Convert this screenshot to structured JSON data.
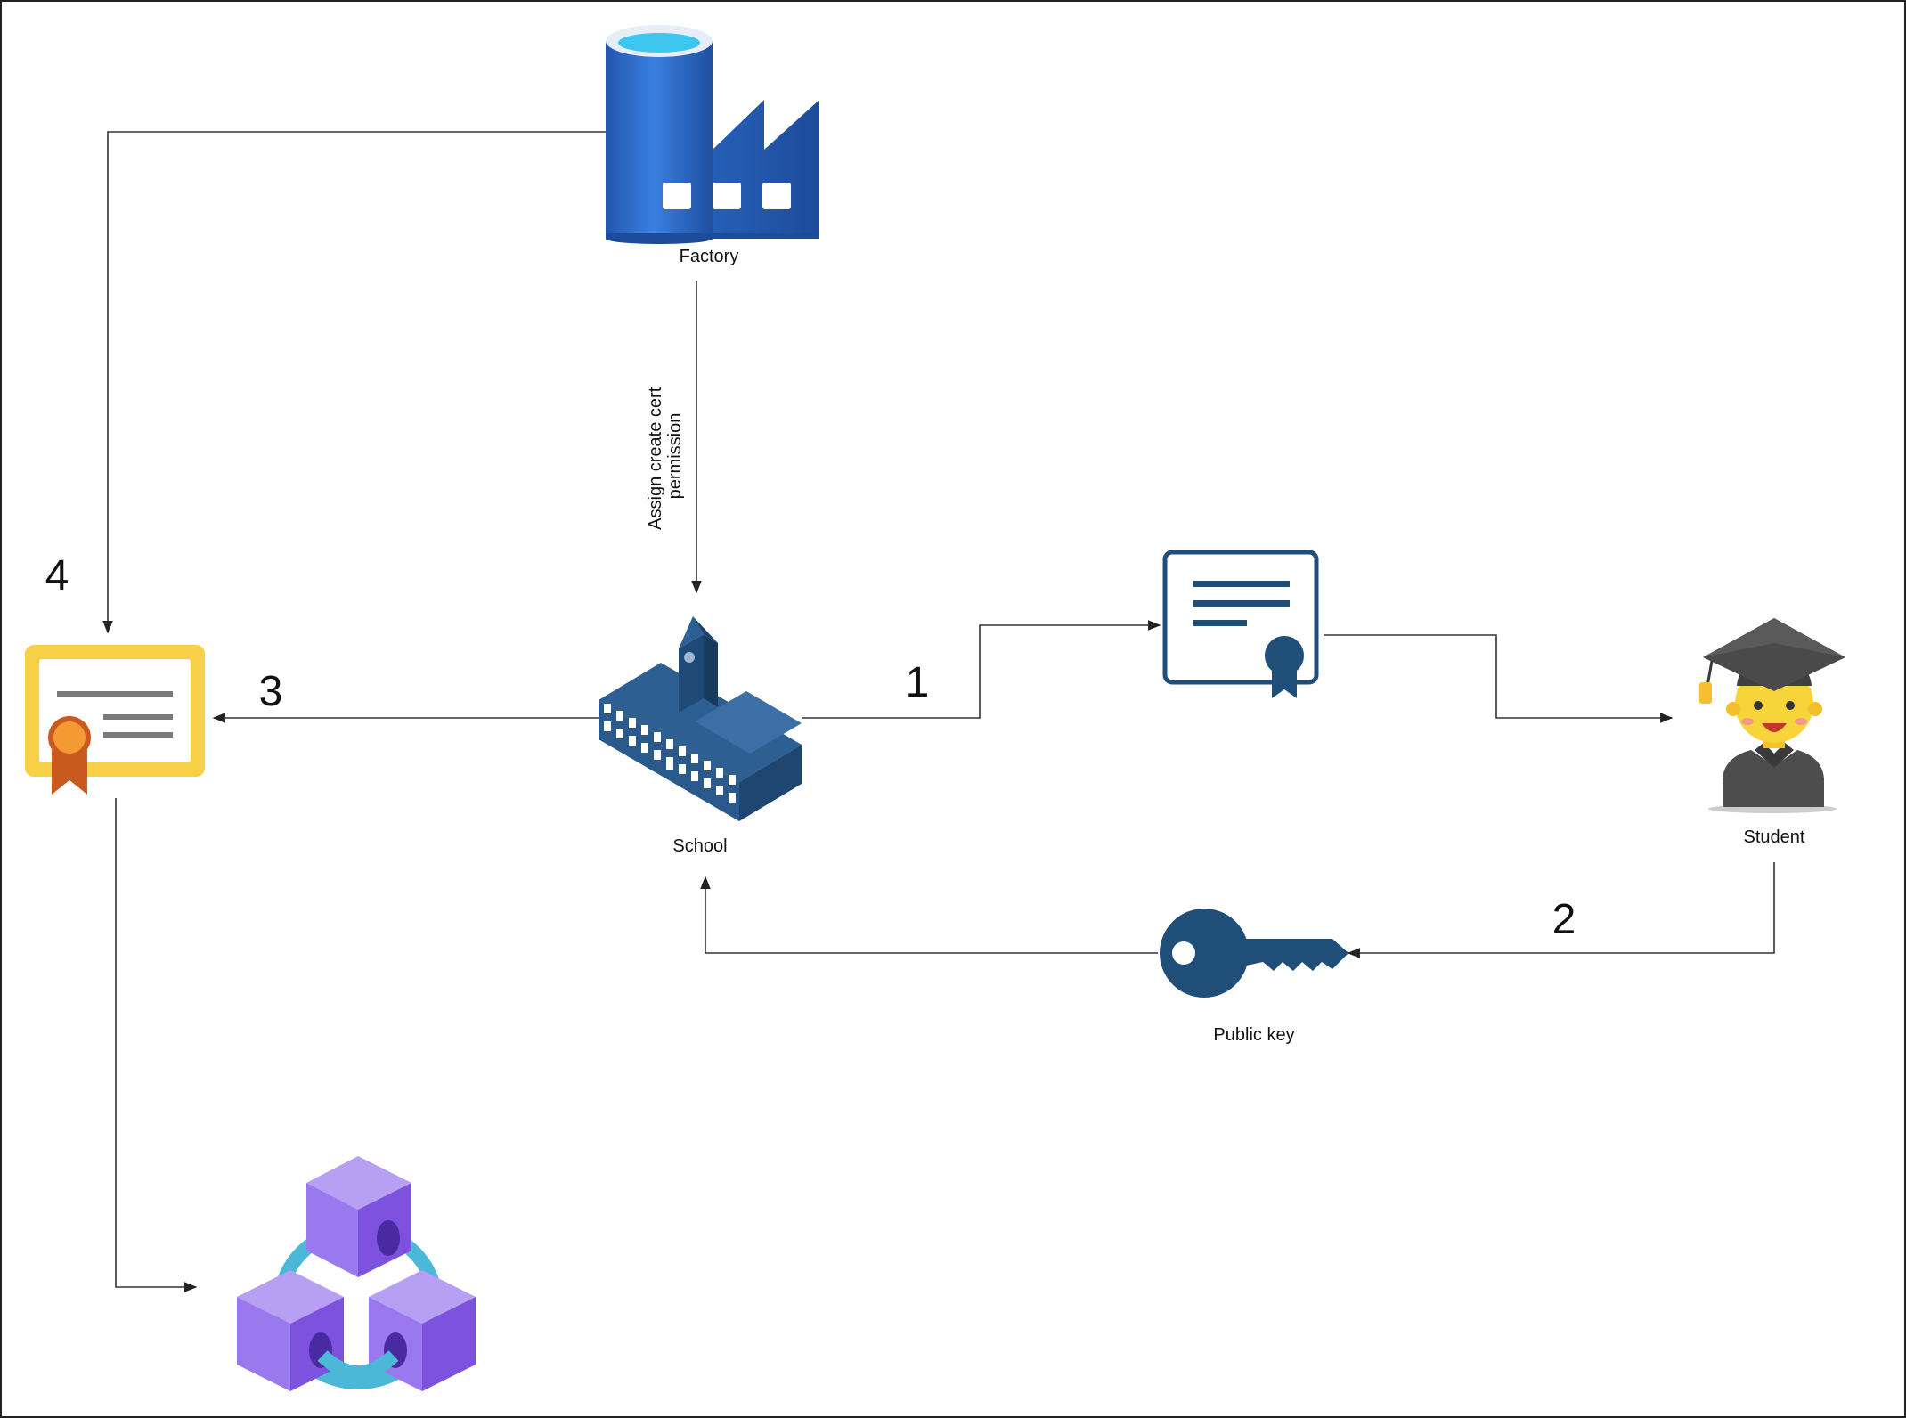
{
  "nodes": {
    "factory": {
      "label": "Factory",
      "icon": "factory-icon"
    },
    "school": {
      "label": "School",
      "icon": "school-building-icon"
    },
    "student": {
      "label": "Student",
      "icon": "graduate-student-icon"
    },
    "public_key": {
      "label": "Public key",
      "icon": "key-icon"
    },
    "certificate_blue": {
      "icon": "certificate-document-icon"
    },
    "certificate_gold": {
      "icon": "certificate-award-icon"
    },
    "blockchain": {
      "icon": "blockchain-cubes-icon"
    }
  },
  "edges": {
    "factory_to_school": {
      "label": "Assign create cert permission",
      "label_lines": [
        "Assign create cert",
        "permission"
      ]
    },
    "step1": {
      "number": "1"
    },
    "step2": {
      "number": "2"
    },
    "step3": {
      "number": "3"
    },
    "step4": {
      "number": "4"
    }
  },
  "colors": {
    "factory_blue": "#2a66c4",
    "factory_dark": "#1e4f9e",
    "navy": "#1f4e79",
    "gold": "#f7d048",
    "ribbon_orange": "#e8732a",
    "purple": "#8c63e8",
    "ring_cyan": "#4bb8d8",
    "edge": "#333333"
  }
}
